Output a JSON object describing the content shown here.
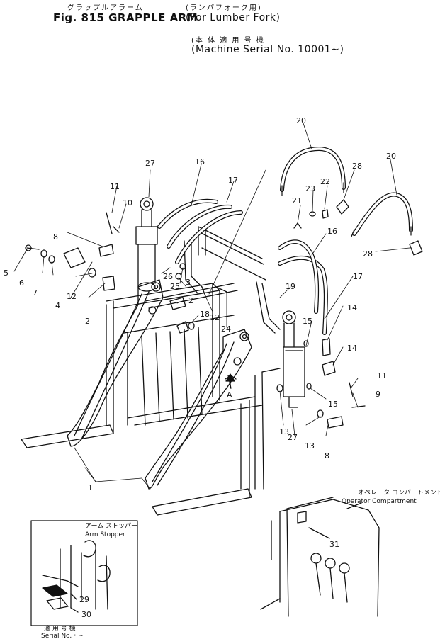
{
  "header": {
    "title_jp": "グラップルアラーム",
    "title_en": "Fig. 815 GRAPPLE ARM",
    "subtitle_jp": "(ランパフォーク用)",
    "subtitle_en": "(For Lumber Fork)",
    "serial_jp": "(本 体 適 用 号 機",
    "serial_en": "(Machine Serial No. 10001∼)"
  },
  "callouts": [
    {
      "id": "c1",
      "label": "1"
    },
    {
      "id": "c2a",
      "label": "2"
    },
    {
      "id": "c2b",
      "label": "2"
    },
    {
      "id": "c3",
      "label": "3"
    },
    {
      "id": "c4",
      "label": "4"
    },
    {
      "id": "c5",
      "label": "5"
    },
    {
      "id": "c6",
      "label": "6"
    },
    {
      "id": "c7",
      "label": "7"
    },
    {
      "id": "c8a",
      "label": "8"
    },
    {
      "id": "c8b",
      "label": "8"
    },
    {
      "id": "c9",
      "label": "9"
    },
    {
      "id": "c10",
      "label": "10"
    },
    {
      "id": "c11a",
      "label": "11"
    },
    {
      "id": "c11b",
      "label": "11"
    },
    {
      "id": "c12a",
      "label": "12"
    },
    {
      "id": "c12b",
      "label": "12"
    },
    {
      "id": "c13a",
      "label": "13"
    },
    {
      "id": "c13b",
      "label": "13"
    },
    {
      "id": "c14a",
      "label": "14"
    },
    {
      "id": "c14b",
      "label": "14"
    },
    {
      "id": "c15a",
      "label": "15"
    },
    {
      "id": "c15b",
      "label": "15"
    },
    {
      "id": "c16a",
      "label": "16"
    },
    {
      "id": "c16b",
      "label": "16"
    },
    {
      "id": "c17a",
      "label": "17"
    },
    {
      "id": "c17b",
      "label": "17"
    },
    {
      "id": "c18",
      "label": "18"
    },
    {
      "id": "c19",
      "label": "19"
    },
    {
      "id": "c20a",
      "label": "20"
    },
    {
      "id": "c20b",
      "label": "20"
    },
    {
      "id": "c21",
      "label": "21"
    },
    {
      "id": "c22",
      "label": "22"
    },
    {
      "id": "c23",
      "label": "23"
    },
    {
      "id": "c24",
      "label": "24"
    },
    {
      "id": "c25",
      "label": "25"
    },
    {
      "id": "c26",
      "label": "26"
    },
    {
      "id": "c27a",
      "label": "27"
    },
    {
      "id": "c27b",
      "label": "27"
    },
    {
      "id": "c28a",
      "label": "28"
    },
    {
      "id": "c28b",
      "label": "28"
    },
    {
      "id": "c29",
      "label": "29"
    },
    {
      "id": "c30",
      "label": "30"
    },
    {
      "id": "c31",
      "label": "31"
    },
    {
      "id": "cA",
      "label": "A"
    }
  ],
  "inset": {
    "arm_stopper_jp": "アーム ストッパー",
    "arm_stopper_en": "Arm Stopper",
    "serial_jp": "適 用 号 機",
    "serial_en": "Serial No.・∼"
  },
  "operator": {
    "label_jp": "オペレータ コンパートメント",
    "label_en": "Operator Compartment"
  }
}
